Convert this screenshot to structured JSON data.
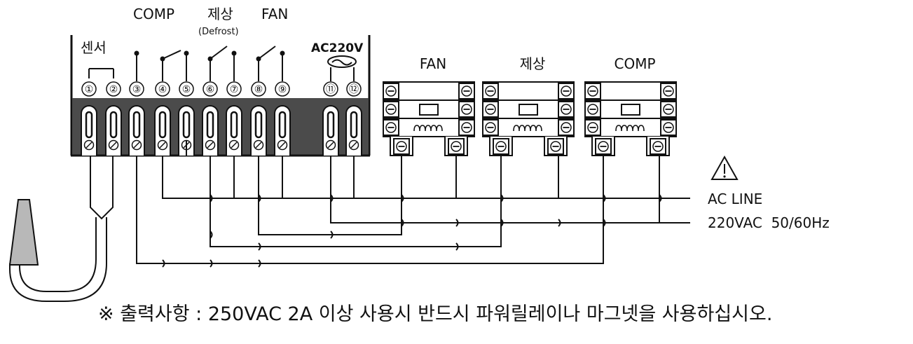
{
  "controller": {
    "labels": {
      "comp": "COMP",
      "defrost": "제상",
      "defrost_sub": "(Defrost)",
      "fan": "FAN",
      "sensor": "센서",
      "ac_power": "AC220V"
    },
    "terminals": [
      "①",
      "②",
      "③",
      "④",
      "⑤",
      "⑥",
      "⑦",
      "⑧",
      "⑨",
      "⑪",
      "⑫"
    ]
  },
  "contactors": [
    {
      "label": "FAN"
    },
    {
      "label": "제상"
    },
    {
      "label": "COMP"
    }
  ],
  "supply": {
    "line1": "AC LINE",
    "line2": "220VAC  50/60Hz"
  },
  "note": "※ 출력사항 : 250VAC 2A 이상 사용시 반드시 파워릴레이나 마그넷을 사용하십시오."
}
